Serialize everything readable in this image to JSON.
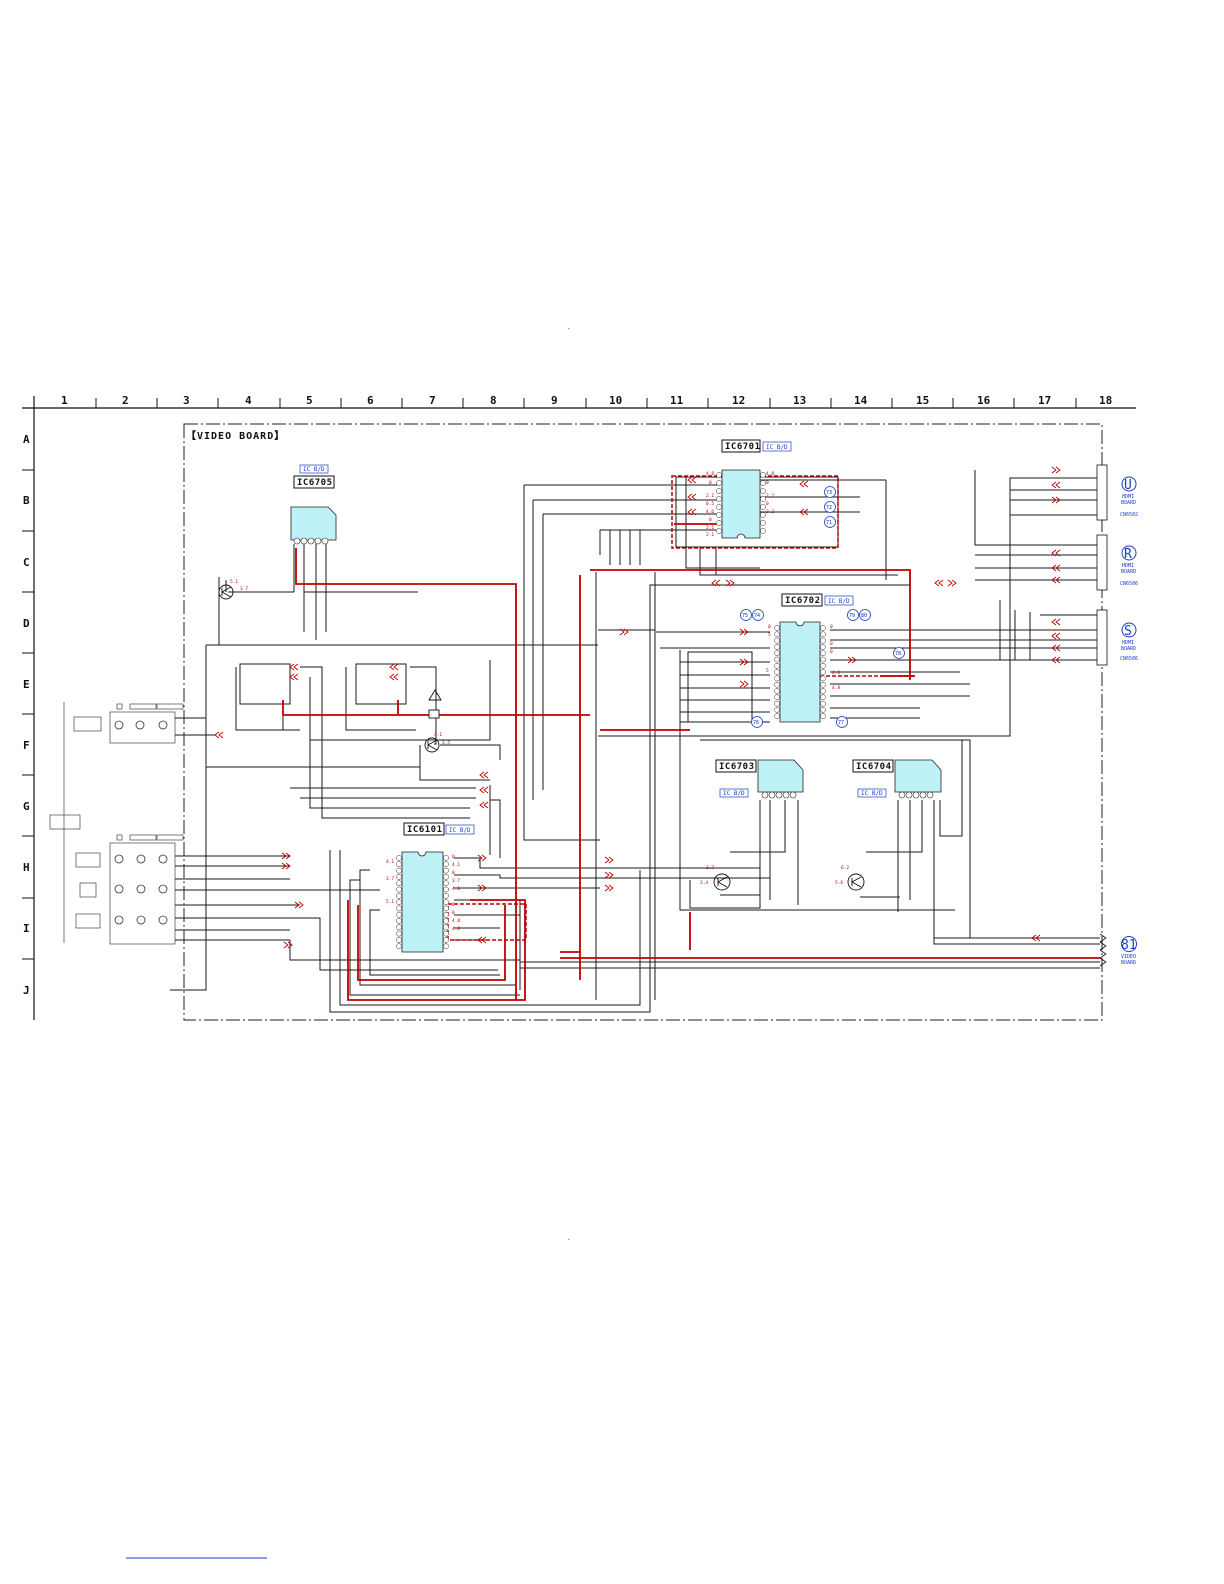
{
  "board": {
    "title": "【VIDEO BOARD】"
  },
  "grid": {
    "columns": [
      "1",
      "2",
      "3",
      "4",
      "5",
      "6",
      "7",
      "8",
      "9",
      "10",
      "11",
      "12",
      "13",
      "14",
      "15",
      "16",
      "17",
      "18"
    ],
    "rows": [
      "A",
      "B",
      "C",
      "D",
      "E",
      "F",
      "G",
      "H",
      "I",
      "J"
    ]
  },
  "ics": [
    {
      "id": "IC6701",
      "label": "IC6701",
      "badge": "IC B/D"
    },
    {
      "id": "IC6702",
      "label": "IC6702",
      "badge": "IC B/D"
    },
    {
      "id": "IC6703",
      "label": "IC6703",
      "badge": "IC B/D"
    },
    {
      "id": "IC6704",
      "label": "IC6704",
      "badge": "IC B/D"
    },
    {
      "id": "IC6705",
      "label": "IC6705",
      "badge": "IC B/D"
    },
    {
      "id": "IC6101",
      "label": "IC6101",
      "badge": "IC B/D"
    }
  ],
  "connectors": [
    {
      "letter": "U",
      "lines": [
        "HDMI",
        "BOARD",
        "CN6502"
      ]
    },
    {
      "letter": "R",
      "lines": [
        "HDMI",
        "BOARD",
        "CN6506"
      ]
    },
    {
      "letter": "S",
      "lines": [
        "HDMI",
        "BOARD",
        "CN6506"
      ]
    },
    {
      "letter": "81",
      "lines": [
        "VIDEO",
        "BOARD"
      ]
    }
  ],
  "waveform_refs": [
    "73",
    "72",
    "71",
    "75",
    "74",
    "79",
    "80",
    "78",
    "76",
    "77"
  ],
  "voltages": {
    "q_left_top": [
      "5.1",
      "3.7"
    ],
    "q_left_mid": [
      "4.1",
      "3.5"
    ],
    "q_h1": [
      "3.7",
      "3.4"
    ],
    "q_h2": [
      "6.2",
      "5.6"
    ],
    "ic6701_left": [
      "4.8",
      "0",
      "2.1",
      "0.5",
      "4.6",
      "0",
      "2.1",
      "2.1"
    ],
    "ic6701_right": [
      "4.8",
      "0",
      "2.2",
      "0",
      "2.2"
    ],
    "ic6702_left": [
      "0",
      "5",
      "5"
    ],
    "ic6702_right": [
      "0",
      "0",
      "0",
      "4.8",
      "4.8"
    ],
    "ic6101_left": [
      "4.1",
      "3.7",
      "5.1"
    ],
    "ic6101_right": [
      "0",
      "4.1",
      "0",
      "3.7",
      "4.6",
      "0",
      "0",
      "4.8",
      "4.8"
    ]
  },
  "colors": {
    "signal_red": "#c00000",
    "ic_fill": "#bdf1f6",
    "ref_blue": "#1a3ec8"
  }
}
